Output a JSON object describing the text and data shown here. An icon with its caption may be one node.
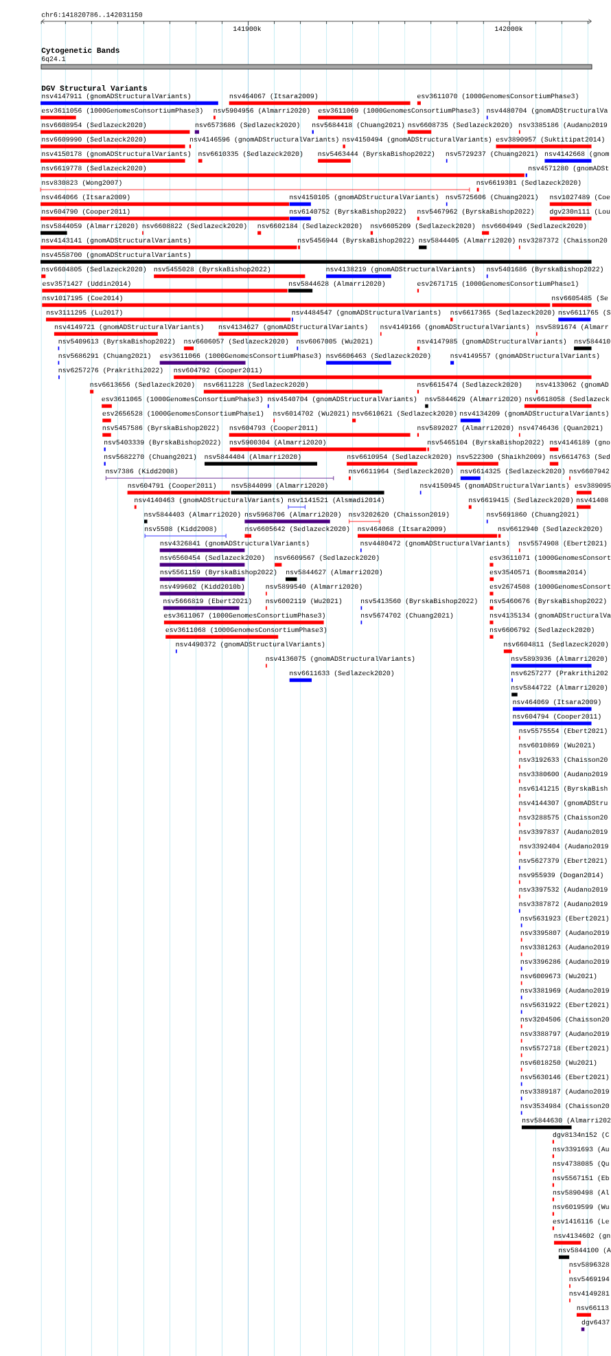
{
  "diagram": {
    "labels": [
      "chr6:141820786..142031150",
      "141900k",
      "142000k",
      "Cytogenetic Bands",
      "6q24.1",
      "DGV Structural Variants",
      "nsv4147911 (gnomADStructuralVariants)",
      "nsv464067 (Itsara2009)",
      "esv3611070 (1000GenomesConsortiumPhase3)",
      "esv3611056 (1000GenomesConsortiumPhase3)",
      "nsv5904956 (Almarri2020)",
      "esv3611069 (1000GenomesConsortiumPhase3)",
      "nsv4480704 (gnomADStructuralVa",
      "nsv6608954 (Sedlazeck2020)",
      "nsv6573686 (Sedlazeck2020)",
      "nsv5684418 (Chuang2021)",
      "nsv6608735 (Sedlazeck2020)",
      "nsv3385186 (Audano2019",
      "nsv6609990 (Sedlazeck2020)",
      "nsv4146596 (gnomADStructuralVariants)",
      "nsv4150494 (gnomADStructuralVariants)",
      "esv3890957 (Suktitipat2014)",
      "nsv4150178 (gnomADStructuralVariants)",
      "nsv6610335 (Sedlazeck2020)",
      "nsv5463444 (ByrskaBishop2022)",
      "nsv5729237 (Chuang2021)",
      "nsv4142668 (gnom",
      "nsv6619778 (Sedlazeck2020)",
      "nsv4571280 (gnomADSt",
      "nsv830823 (Wong2007)",
      "nsv6619301 (Sedlazeck2020)",
      "nsv464066 (Itsara2009)",
      "nsv4150105 (gnomADStructuralVariants)",
      "nsv5725606 (Chuang2021)",
      "nsv1027489 (Coe",
      "nsv604790 (Cooper2011)",
      "nsv6140752 (ByrskaBishop2022)",
      "nsv5467962 (ByrskaBishop2022)",
      "dgv230n111 (Lou",
      "nsv5844059 (Almarri2020)",
      "nsv6608822 (Sedlazeck2020)",
      "nsv6602184 (Sedlazeck2020)",
      "nsv6605209 (Sedlazeck2020)",
      "nsv6604949 (Sedlazeck2020)",
      "nsv4143141 (gnomADStructuralVariants)",
      "nsv5456944 (ByrskaBishop2022)",
      "nsv5844405 (Almarri2020)",
      "nsv3287372 (Chaisson20",
      "nsv4558700 (gnomADStructuralVariants)",
      "nsv6604805 (Sedlazeck2020)",
      "nsv5455028 (ByrskaBishop2022)",
      "nsv4138219 (gnomADStructuralVariants)",
      "nsv5401686 (ByrskaBishop2022)",
      "esv3571427 (Uddin2014)",
      "nsv5844628 (Almarri2020)",
      "esv2671715 (1000GenomesConsortiumPhase1)",
      "nsv1017195 (Coe2014)",
      "nsv6605485 (Se",
      "nsv3111295 (Lu2017)",
      "nsv4484547 (gnomADStructuralVariants)",
      "nsv6617365 (Sedlazeck2020)",
      "nsv6611765 (S",
      "nsv4149721 (gnomADStructuralVariants)",
      "nsv4134627 (gnomADStructuralVariants)",
      "nsv4149166 (gnomADStructuralVariants)",
      "nsv5891674 (Almarr",
      "nsv5409613 (ByrskaBishop2022)",
      "nsv6606057 (Sedlazeck2020)",
      "nsv6067005 (Wu2021)",
      "nsv4147985 (gnomADStructuralVariants)",
      "nsv584410",
      "nsv5686291 (Chuang2021)",
      "esv3611066 (1000GenomesConsortiumPhase3)",
      "nsv6606463 (Sedlazeck2020)",
      "nsv4149557 (gnomADStructuralVariants)",
      "nsv6257276 (Prakrithi2022)",
      "nsv604792 (Cooper2011)",
      "nsv6613656 (Sedlazeck2020)",
      "nsv6611228 (Sedlazeck2020)",
      "nsv6615474 (Sedlazeck2020)",
      "nsv4133062 (gnomAD",
      "esv3611065 (1000GenomesConsortiumPhase3)",
      "nsv4540704 (gnomADStructuralVariants)",
      "nsv5844629 (Almarri2020)",
      "nsv6618058 (Sedlazeck",
      "esv2656528 (1000GenomesConsortiumPhase1)",
      "nsv6014702 (Wu2021)",
      "nsv6610621 (Sedlazeck2020)",
      "nsv4134209 (gnomADStructuralVariants)",
      "nsv5457586 (ByrskaBishop2022)",
      "nsv604793 (Cooper2011)",
      "nsv5892027 (Almarri2020)",
      "nsv4746436 (Quan2021)",
      "nsv5403339 (ByrskaBishop2022)",
      "nsv5900304 (Almarri2020)",
      "nsv5465104 (ByrskaBishop2022)",
      "nsv4146189 (gno",
      "nsv5682270 (Chuang2021)",
      "nsv5844404 (Almarri2020)",
      "nsv6610954 (Sedlazeck2020)",
      "nsv522300 (Shaikh2009)",
      "nsv6614763 (Sed",
      "nsv7386 (Kidd2008)",
      "nsv6611964 (Sedlazeck2020)",
      "nsv6614325 (Sedlazeck2020)",
      "nsv6607942",
      "nsv604791 (Cooper2011)",
      "nsv5844099 (Almarri2020)",
      "nsv4150945 (gnomADStructuralVariants)",
      "esv389095",
      "nsv4140463 (gnomADStructuralVariants)",
      "nsv1141521 (Alsmadi2014)",
      "nsv6619415 (Sedlazeck2020)",
      "nsv41408",
      "nsv5844403 (Almarri2020)",
      "nsv5968706 (Almarri2020)",
      "nsv3202620 (Chaisson2019)",
      "nsv5691860 (Chuang2021)",
      "nsv5508 (Kidd2008)",
      "nsv6605642 (Sedlazeck2020)",
      "nsv464068 (Itsara2009)",
      "nsv6612940 (Sedlazeck2020)",
      "nsv4326841 (gnomADStructuralVariants)",
      "nsv4480472 (gnomADStructuralVariants)",
      "nsv5574908 (Ebert2021)",
      "nsv6560454 (Sedlazeck2020)",
      "nsv6609567 (Sedlazeck2020)",
      "esv3611071 (1000GenomesConsort",
      "nsv5561159 (ByrskaBishop2022)",
      "nsv5844627 (Almarri2020)",
      "esv3540571 (Boomsma2014)",
      "nsv499602 (Kidd2010b)",
      "nsv5899540 (Almarri2020)",
      "esv2674508 (1000GenomesConsort",
      "nsv5666819 (Ebert2021)",
      "nsv6002119 (Wu2021)",
      "nsv5413560 (ByrskaBishop2022)",
      "nsv5460676 (ByrskaBishop2022)",
      "esv3611067 (1000GenomesConsortiumPhase3)",
      "nsv5674702 (Chuang2021)",
      "nsv4135134 (gnomADStructuralVa",
      "esv3611068 (1000GenomesConsortiumPhase3)",
      "nsv6606792 (Sedlazeck2020)",
      "nsv4490372 (gnomADStructuralVariants)",
      "nsv6604811 (Sedlazeck2020)",
      "nsv4136075 (gnomADStructuralVariants)",
      "nsv5893936 (Almarri2020)",
      "nsv6611633 (Sedlazeck2020)",
      "nsv6257277 (Prakrithi202",
      "nsv5844722 (Almarri2020)",
      "nsv464069 (Itsara2009)",
      "nsv604794 (Cooper2011)",
      "nsv5575554 (Ebert2021)",
      "nsv6010869 (Wu2021)",
      "nsv3192633 (Chaisson20",
      "nsv3380600 (Audano2019",
      "nsv6141215 (ByrskaBish",
      "nsv4144307 (gnomADStru",
      "nsv3288575 (Chaisson20",
      "nsv3397837 (Audano2019",
      "nsv3392404 (Audano2019",
      "nsv5627379 (Ebert2021)",
      "nsv955939 (Dogan2014)",
      "nsv3397532 (Audano2019",
      "nsv3387872 (Audano2019",
      "nsv5631923 (Ebert2021)",
      "nsv3395807 (Audano2019",
      "nsv3381263 (Audano2019",
      "nsv3396286 (Audano2019",
      "nsv6009673 (Wu2021)",
      "nsv3381969 (Audano2019",
      "nsv5631922 (Ebert2021)",
      "nsv3204506 (Chaisson20",
      "nsv3388797 (Audano2019",
      "nsv5572718 (Ebert2021)",
      "nsv6018250 (Wu2021)",
      "nsv5630146 (Ebert2021)",
      "nsv3389187 (Audano2019",
      "nsv3534984 (Chaisson20",
      "nsv5844630 (Almarri202",
      "dgv8134n152 (C",
      "nsv3391693 (Au",
      "nsv4738085 (Qu",
      "nsv5567151 (Eb",
      "nsv5890498 (Al",
      "nsv6019599 (Wu",
      "esv1416116 (Le",
      "nsv4134602 (gn",
      "nsv5844100 (A",
      "nsv5896328",
      "nsv5469194",
      "nsv4149281",
      "nsv66113",
      "dgv6437"
    ]
  }
}
